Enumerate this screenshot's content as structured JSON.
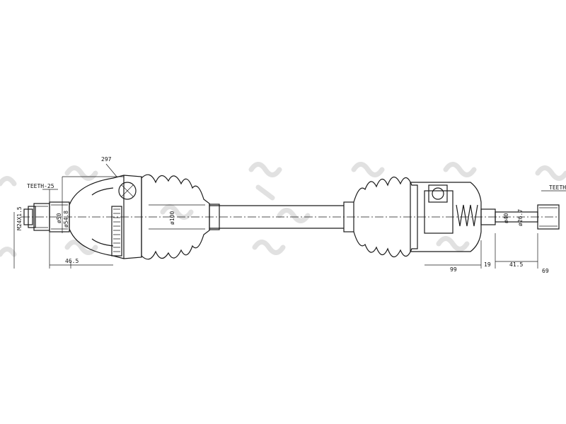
{
  "labels": {
    "teeth_left": "TEETH-25",
    "teeth_right": "TEETH-",
    "thread": "M24X1.5",
    "d50": "ø50",
    "d54": "ø54.8",
    "d100": "ø100",
    "d40": "ø40",
    "d26": "ø26.7",
    "dim_297": "297",
    "dim_46": "46.5",
    "dim_99": "99",
    "dim_19": "19",
    "dim_41": "41.5",
    "dim_69": "69"
  },
  "colors": {
    "line": "#1a1a1a",
    "watermark": "#c8c8c8"
  }
}
